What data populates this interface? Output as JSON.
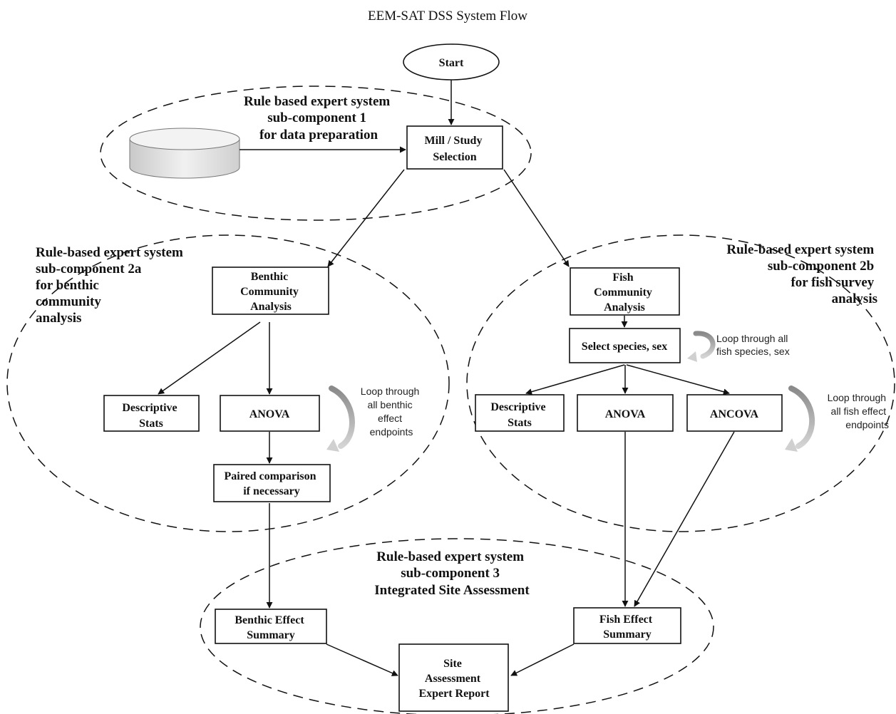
{
  "title": "EEM-SAT DSS System Flow",
  "regions": {
    "sub1": [
      "Rule based expert system",
      "sub-component 1",
      "for data preparation"
    ],
    "sub2a": [
      "Rule-based expert system",
      "sub-component 2a",
      "for benthic",
      "community",
      "analysis"
    ],
    "sub2b": [
      "Rule-based expert system",
      "sub-component 2b",
      "for fish survey",
      "analysis"
    ],
    "sub3": [
      "Rule-based expert system",
      "sub-component 3",
      "Integrated Site Assessment"
    ]
  },
  "nodes": {
    "start": "Start",
    "mill_study": [
      "Mill / Study",
      "Selection"
    ],
    "benthic_community": [
      "Benthic",
      "Community",
      "Analysis"
    ],
    "fish_community": [
      "Fish",
      "Community",
      "Analysis"
    ],
    "select_species": "Select species, sex",
    "benthic_descriptive": [
      "Descriptive",
      "Stats"
    ],
    "benthic_anova": "ANOVA",
    "paired_comparison": [
      "Paired comparison",
      "if necessary"
    ],
    "fish_descriptive": [
      "Descriptive",
      "Stats"
    ],
    "fish_anova": "ANOVA",
    "fish_ancova": "ANCOVA",
    "benthic_effect": [
      "Benthic Effect",
      "Summary"
    ],
    "fish_effect": [
      "Fish Effect",
      "Summary"
    ],
    "site_report": [
      "Site",
      "Assessment",
      "Expert Report"
    ]
  },
  "notes": {
    "loop_species": [
      "Loop through all",
      "fish species, sex"
    ],
    "loop_benthic": [
      "Loop through",
      "all benthic",
      "effect",
      "endpoints"
    ],
    "loop_fish": [
      "Loop through",
      "all fish effect",
      "endpoints"
    ]
  },
  "icons": {
    "database": "database-cylinder-icon",
    "loop": "curved-loop-arrow-icon"
  },
  "colors": {
    "line": "#111111",
    "loop_arrow": "#b5b5b5",
    "cylinder": "#e3e3e3"
  }
}
